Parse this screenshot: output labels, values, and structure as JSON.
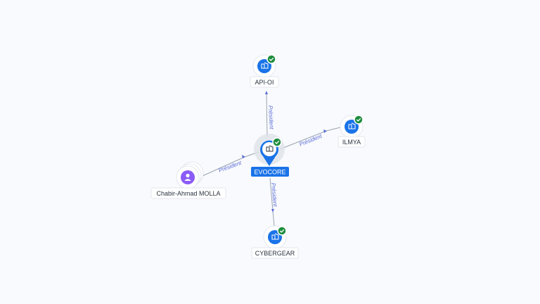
{
  "diagram": {
    "center": {
      "label": "EVOCORE",
      "icon": "company-icon",
      "verified": true
    },
    "companies": [
      {
        "label": "API-OI",
        "icon": "company-icon",
        "verified": true
      },
      {
        "label": "ILMYA",
        "icon": "company-icon",
        "verified": true
      },
      {
        "label": "CYBERGEAR",
        "icon": "company-icon",
        "verified": true
      }
    ],
    "person": {
      "label": "Chabir-Ahmad MOLLA",
      "icon": "person-icon"
    },
    "edges": [
      {
        "from": "EVOCORE",
        "to": "API-OI",
        "label": "Président"
      },
      {
        "from": "EVOCORE",
        "to": "ILMYA",
        "label": "Président"
      },
      {
        "from": "EVOCORE",
        "to": "CYBERGEAR",
        "label": "Président"
      },
      {
        "from": "Chabir-Ahmad MOLLA",
        "to": "EVOCORE",
        "label": "Président"
      }
    ],
    "colors": {
      "accent": "#1a73e8",
      "verified": "#1e8e3e",
      "person": "#8b5cf6",
      "edge_label": "#5b6bd6"
    }
  }
}
